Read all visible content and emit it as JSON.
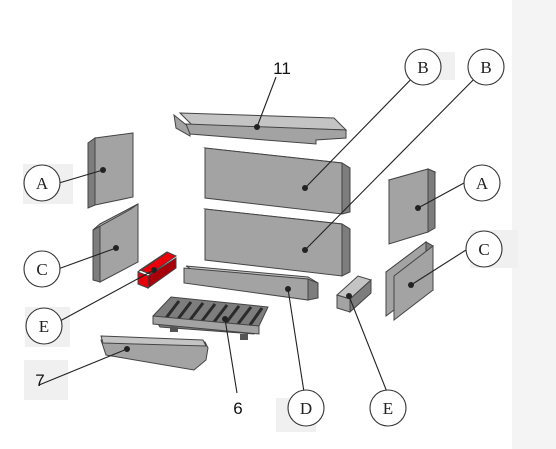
{
  "colors": {
    "part_front": "#a3a3a3",
    "part_side": "#7d7d7d",
    "part_top": "#c4c4c4",
    "highlight": "#e8000b",
    "highlight_dark": "#a8000a",
    "label_patch": "#f0f0f0",
    "leader": "#222222",
    "right_strip": "#f4f4f4"
  },
  "callouts": {
    "b_top": "B",
    "b_mid": "B",
    "a_left": "A",
    "a_right": "A",
    "c_left": "C",
    "c_right": "C",
    "e_left": "E",
    "e_bottom": "E",
    "d": "D"
  },
  "numbers": {
    "n11": "11",
    "n7": "7",
    "n6": "6"
  },
  "highlighted_part": "E"
}
